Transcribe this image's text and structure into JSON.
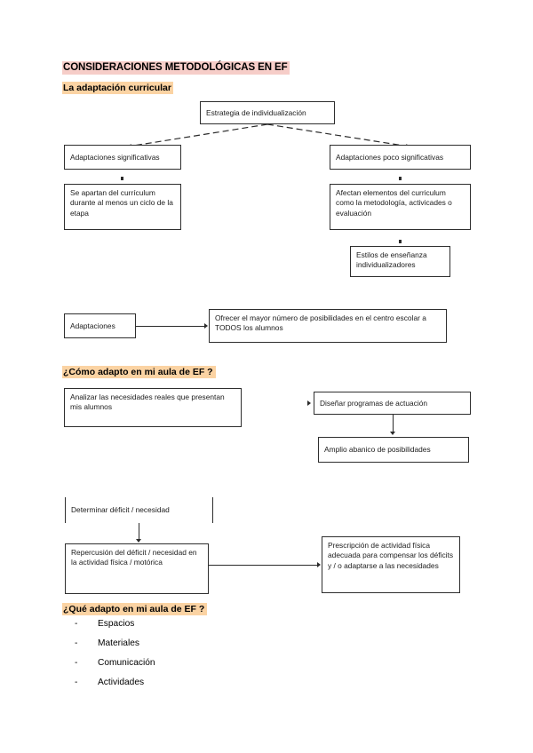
{
  "document": {
    "title": "CONSIDERACIONES METODOLÓGICAS EN EF",
    "subtitle": "La adaptación curricular",
    "title_highlight": "#f6cdc8",
    "subtitle_highlight": "#fbd3a3"
  },
  "diagram1": {
    "root": "Estrategia de individualización",
    "left_branch": {
      "head": "Adaptaciones significativas",
      "detail": "Se apartan del currículum durante al menos un ciclo de la etapa"
    },
    "right_branch": {
      "head": "Adaptaciones poco significativas",
      "detail": "Afectan elementos del curriculum como la metodología, activicades o evaluación",
      "sub": "Estilos de enseñanza individualizadores"
    },
    "bottom_left": "Adaptaciones",
    "bottom_right": "Ofrecer el mayor número de posibilidades en el centro escolar a TODOS los alumnos"
  },
  "section_como": {
    "heading": "¿Cómo adapto en mi aula de EF ?",
    "left_box": "Analizar las necesidades reales que presentan mis alumnos",
    "right_box": "Diseñar programas de actuación",
    "right_box_sub": "Amplio abanico de posibilidades"
  },
  "diagram3": {
    "step1": "Determinar déficit / necesidad",
    "step2": "Repercusión del déficit / necesidad en  la actividad física / motórica",
    "step3": "Prescripción de actividad física adecuada para compensar los déficits y / o adaptarse a las necesidades"
  },
  "section_que": {
    "heading": "¿Qué adapto en mi aula de EF ?",
    "bullet_marker": "-",
    "items": [
      "Espacios",
      "Materiales",
      "Comunicación",
      "Actividades"
    ]
  }
}
